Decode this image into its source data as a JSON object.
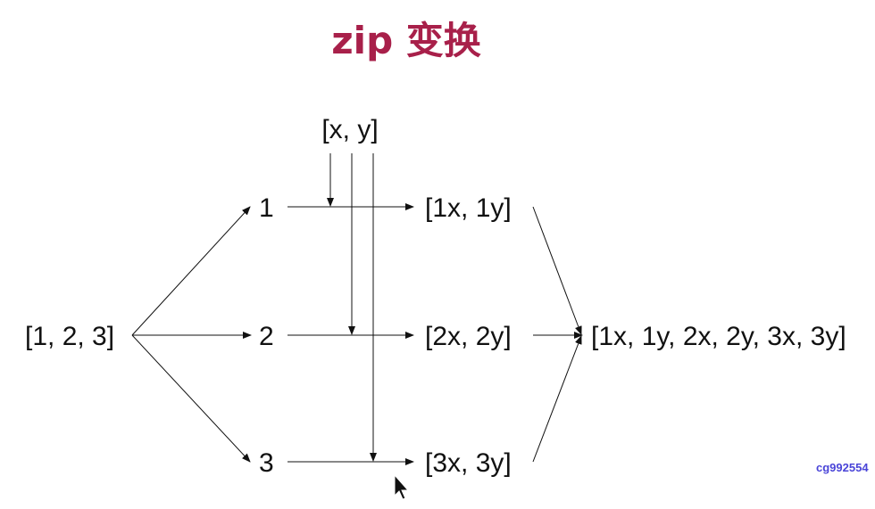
{
  "title": "zip 变换",
  "source": "[1, 2, 3]",
  "elements": [
    "1",
    "2",
    "3"
  ],
  "zip_source": "[x, y]",
  "pairs": [
    "[1x, 1y]",
    "[2x, 2y]",
    "[3x, 3y]"
  ],
  "result": "[1x, 1y, 2x, 2y, 3x, 3y]",
  "watermark": "cg992554"
}
